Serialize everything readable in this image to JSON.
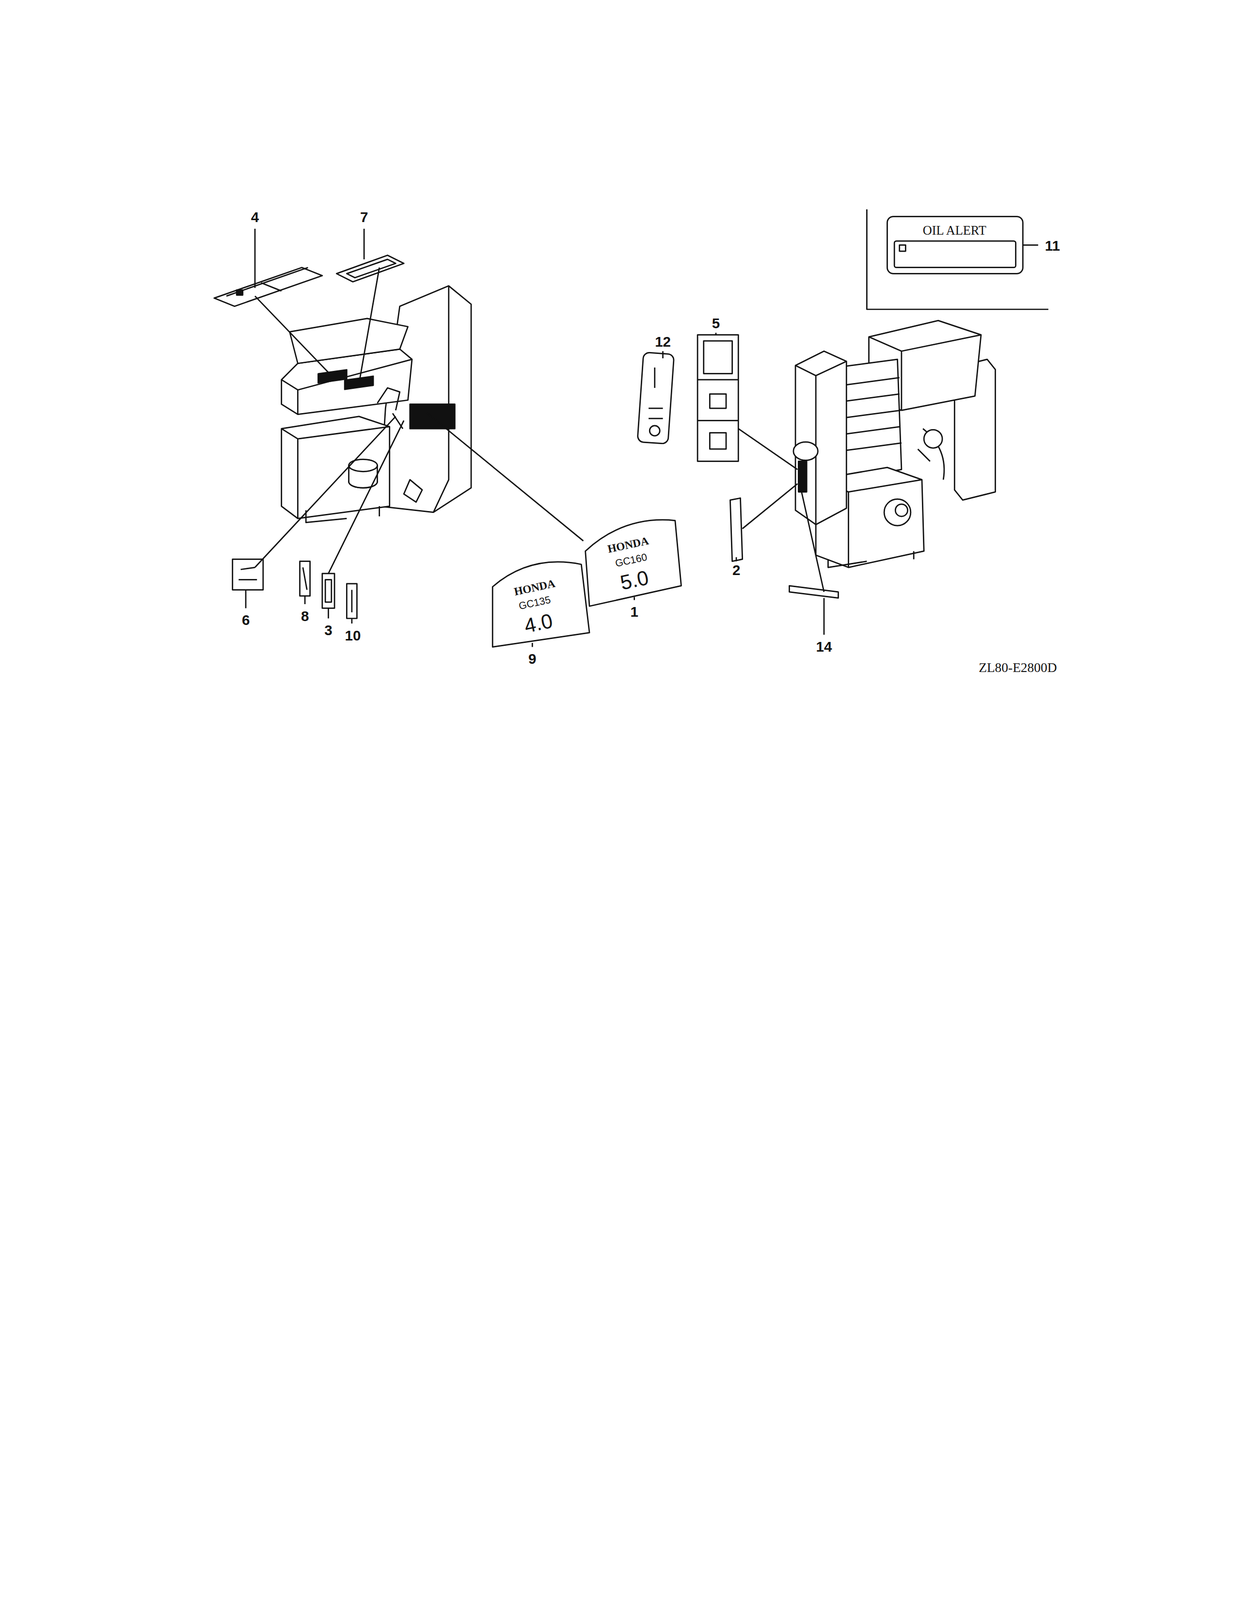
{
  "diagram": {
    "labels": [
      "4",
      "7",
      "OIL ALERT",
      "11",
      "12",
      "5",
      "6",
      "8",
      "3",
      "10",
      "HONDA",
      "GC135",
      "4.0",
      "9",
      "HONDA",
      "GC160",
      "5.0",
      "1",
      "2",
      "14",
      "ZL80-E2800D"
    ]
  }
}
